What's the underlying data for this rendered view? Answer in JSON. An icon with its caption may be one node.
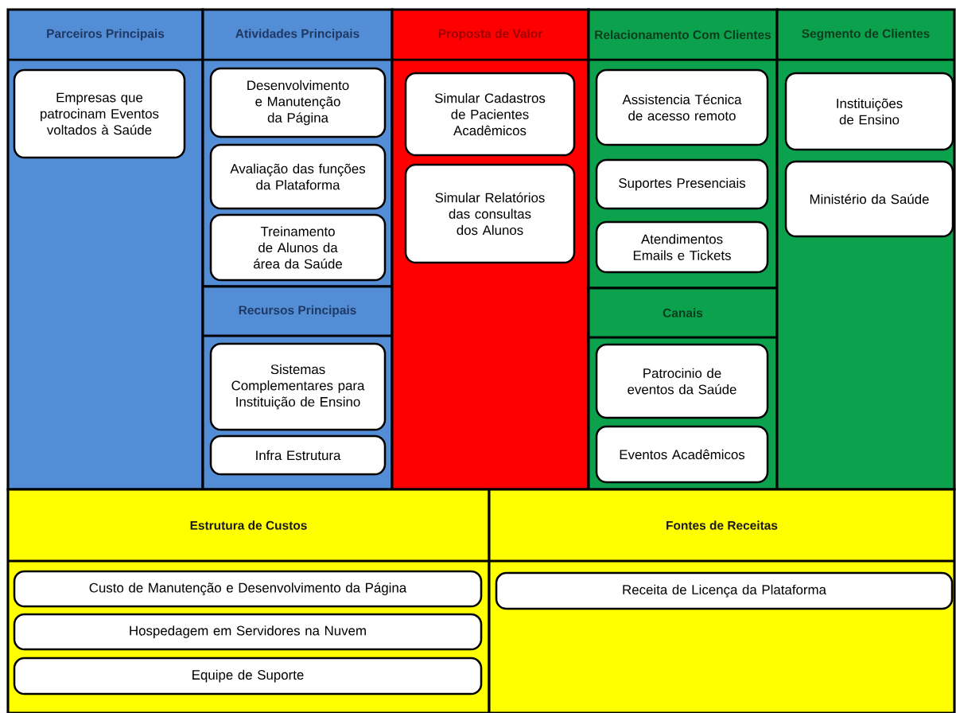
{
  "diagram": {
    "nodes": [
      {
        "text": [
          "Parceiros Principais"
        ]
      },
      {
        "text": [
          "Empresas que patrocinam Eventos voltados à Saúde"
        ],
        "in": 0
      },
      {
        "text": [
          "Atividades Principais"
        ]
      },
      {
        "text": [
          "Desenvolvimento e Manutenção da Página"
        ],
        "in": 2
      },
      {
        "text": [
          "Avaliação das funções da Plataforma"
        ],
        "in": 2
      },
      {
        "text": [
          "Treinamento de Alunos da área da Saúde"
        ],
        "in": 2
      },
      {
        "text": [
          "Recursos Principais"
        ]
      },
      {
        "text": [
          "Sistemas Complementares para Instituição de Ensino"
        ],
        "in": 6
      },
      {
        "text": [
          "Infra Estrutura"
        ],
        "in": 6
      },
      {
        "text": [
          "Proposta de Valor"
        ]
      },
      {
        "text": [
          "Simular Cadastros de Pacientes Acadêmicos"
        ],
        "in": 9
      },
      {
        "text": [
          "Simular Relatórios das consultas dos Alunos"
        ],
        "in": 9
      },
      {
        "text": [
          "Relacionamento Com Clientes"
        ]
      },
      {
        "text": [
          "Assistencia Técnica de acesso remoto"
        ],
        "in": 12
      },
      {
        "text": [
          "Suportes Presenciais"
        ],
        "in": 12
      },
      {
        "text": [
          "Atendimentos Emails e Tickets"
        ],
        "in": 12
      },
      {
        "text": [
          "Canais"
        ]
      },
      {
        "text": [
          "Patrocinio de eventos da Saúde"
        ],
        "in": 16
      },
      {
        "text": [
          "Eventos Acadêmicos"
        ],
        "in": 16
      },
      {
        "text": [
          "Segmento de Clientes"
        ]
      },
      {
        "text": [
          "Instituições de Ensino"
        ],
        "in": 19
      },
      {
        "text": [
          "Ministério da Saúde"
        ],
        "in": 19
      },
      {
        "text": [
          "Estrutura de Custos"
        ]
      },
      {
        "text": [
          "Custo de Manutenção e Desenvolvimento da Página"
        ],
        "in": 22
      },
      {
        "text": [
          "Hospedagem em Servidores na Nuvem"
        ],
        "in": 22
      },
      {
        "text": [
          "Equipe de Suporte"
        ],
        "in": 22
      },
      {
        "text": [
          "Fontes de Receitas"
        ]
      },
      {
        "text": [
          "Receita de Licença da Plataforma"
        ],
        "in": 26
      }
    ]
  }
}
